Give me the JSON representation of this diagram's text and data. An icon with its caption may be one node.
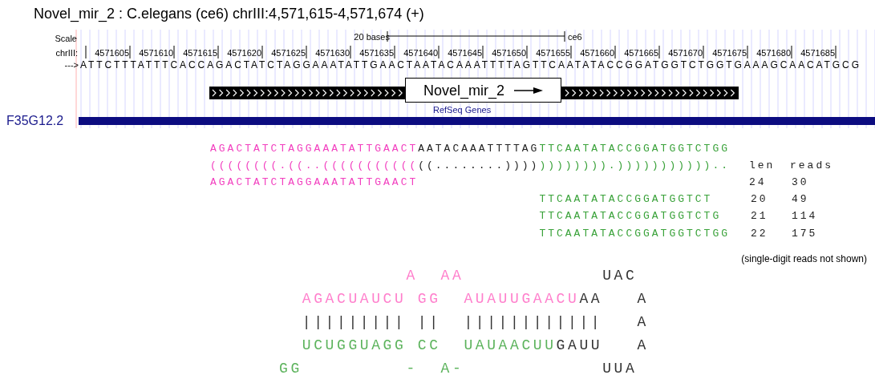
{
  "diagram": {
    "title": "Novel_mir_2 : C.elegans (ce6) chrIII:4,571,615-4,571,674 (+)",
    "nodes": [
      {
        "text": [
          "Novel_mir_2"
        ]
      }
    ],
    "labels": [
      "Scale",
      "20 bases",
      "ce6",
      "chrIII:",
      "4571605",
      "4571610",
      "4571615",
      "4571620",
      "4571625",
      "4571630",
      "4571635",
      "4571640",
      "4571645",
      "4571650",
      "4571655",
      "4571660",
      "4571665",
      "4571670",
      "4571675",
      "4571680",
      "4571685",
      "--->",
      "ATTCTTTATTTCACCAGACTATCTAGGAAATATTGAACTAATACAAATTTTAGTTCAATATACCGGATGGTCTGGTGAAAGCAACATGCG",
      "RefSeq Genes",
      "F35G12.2",
      "AGACTATCTAGGAAATATTGAACT",
      "AATACAAATTTTAG",
      "TTCAATATACCGGATGGTCTGG",
      "((((((((.((..(((((((((((",
      "((........))))",
      ")))))))).)))))))))))..",
      "len",
      "reads",
      "AGACTATCTAGGAAATATTGAACT",
      "24",
      "30",
      "TTCAATATACCGGATGGTCT",
      "20",
      "49",
      "TTCAATATACCGGATGGTCTG",
      "21",
      "114",
      "TTCAATATACCGGATGGTCTGG",
      "22",
      "175",
      "(single-digit reads not shown)",
      "A",
      "AA",
      "UAC",
      "AGACUAUCU",
      "GG",
      "AUAUUGAACU",
      "AA",
      "A",
      "|||||||||",
      "||",
      "||||||||||||",
      "A",
      "UCUGGUAGG",
      "CC",
      "UAUAACUU",
      "GAUU",
      "A",
      "GG",
      "-",
      "A-",
      "UUA"
    ]
  }
}
